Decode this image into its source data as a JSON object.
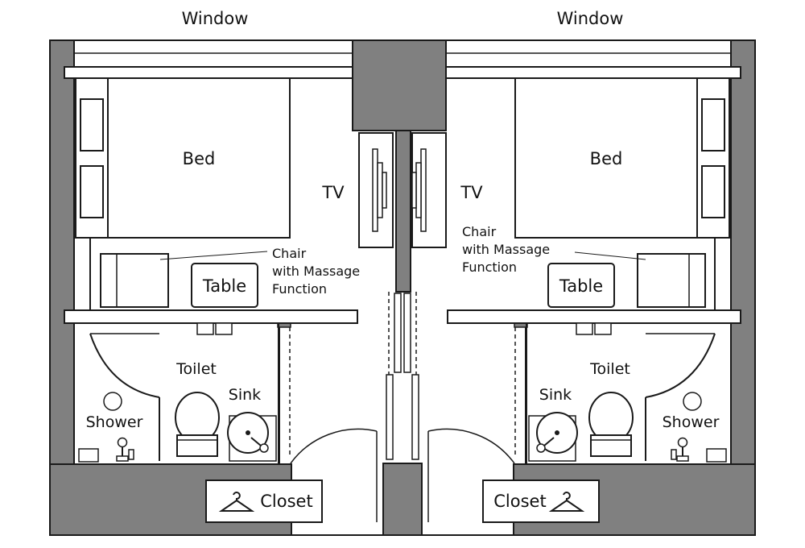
{
  "rooms": {
    "left": {
      "window": "Window",
      "bed": "Bed",
      "tv": "TV",
      "chair": [
        "Chair",
        "with Massage",
        "Function"
      ],
      "table": "Table",
      "toilet": "Toilet",
      "sink": "Sink",
      "shower": "Shower",
      "closet": "Closet"
    },
    "right": {
      "window": "Window",
      "bed": "Bed",
      "tv": "TV",
      "chair": [
        "Chair",
        "with Massage",
        "Function"
      ],
      "table": "Table",
      "toilet": "Toilet",
      "sink": "Sink",
      "shower": "Shower",
      "closet": "Closet"
    }
  },
  "colors": {
    "wall": "#808080",
    "line": "#1a1a1a",
    "background": "#ffffff"
  },
  "icons": [
    "hanger-icon",
    "faucet-icon",
    "shower-head-icon",
    "toilet-icon",
    "sink-icon"
  ]
}
